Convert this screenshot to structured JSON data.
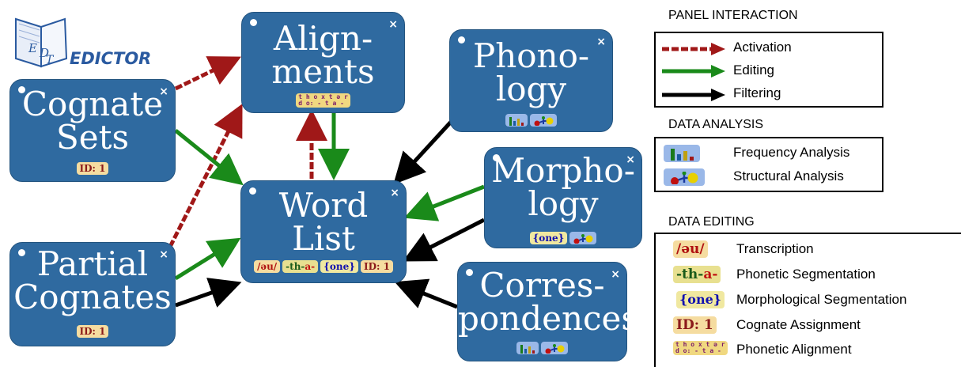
{
  "logo": {
    "emblem": "EDT",
    "name": "EDICTOR"
  },
  "panels": {
    "alignments": {
      "title": "Align-\nments"
    },
    "cognate_sets": {
      "title": "Cognate\nSets",
      "id_badge": "ID: 1"
    },
    "word_list": {
      "title": "Word\nList",
      "transcription": "/əu/",
      "segmentation_a": "-th-",
      "segmentation_b": "a-",
      "morph": "{one}",
      "id_badge": "ID: 1"
    },
    "partial_cognates": {
      "title": "Partial\nCognates",
      "id_badge": "ID: 1"
    },
    "phonology": {
      "title": "Phono-\nlogy"
    },
    "morphology": {
      "title": "Morpho-\nlogy",
      "morph": "{one}"
    },
    "correspondences": {
      "title": "Corres-\npondences"
    }
  },
  "close_symbol": "×",
  "alignment_badge": {
    "top": "t h o x t ə r",
    "bottom": "d o: - t a -"
  },
  "legend": {
    "panel_interaction": {
      "heading": "PANEL INTERACTION",
      "items": [
        {
          "label": "Activation",
          "color": "#a01818",
          "style": "dashed"
        },
        {
          "label": "Editing",
          "color": "#1a8a1a",
          "style": "solid"
        },
        {
          "label": "Filtering",
          "color": "#000000",
          "style": "solid"
        }
      ]
    },
    "data_analysis": {
      "heading": "DATA ANALYSIS",
      "items": [
        {
          "label": "Frequency Analysis",
          "icon": "bar-chart-icon"
        },
        {
          "label": "Structural Analysis",
          "icon": "graph-icon"
        }
      ]
    },
    "data_editing": {
      "heading": "DATA EDITING",
      "items": [
        {
          "label": "Transcription",
          "badge": "/əu/"
        },
        {
          "label": "Phonetic Segmentation",
          "badge_a": "-th-",
          "badge_b": "a-"
        },
        {
          "label": "Morphological Segmentation",
          "badge": "{one}"
        },
        {
          "label": "Cognate Assignment",
          "badge": "ID: 1"
        },
        {
          "label": "Phonetic Alignment"
        }
      ]
    }
  }
}
